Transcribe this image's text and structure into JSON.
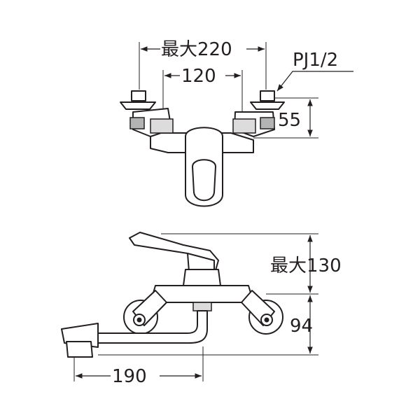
{
  "labels": {
    "max_width": "最大220",
    "center_width": "120",
    "thread": "PJ1/2",
    "top_height": "55",
    "max_height": "最大130",
    "mount_height": "94",
    "spout_reach": "190"
  }
}
